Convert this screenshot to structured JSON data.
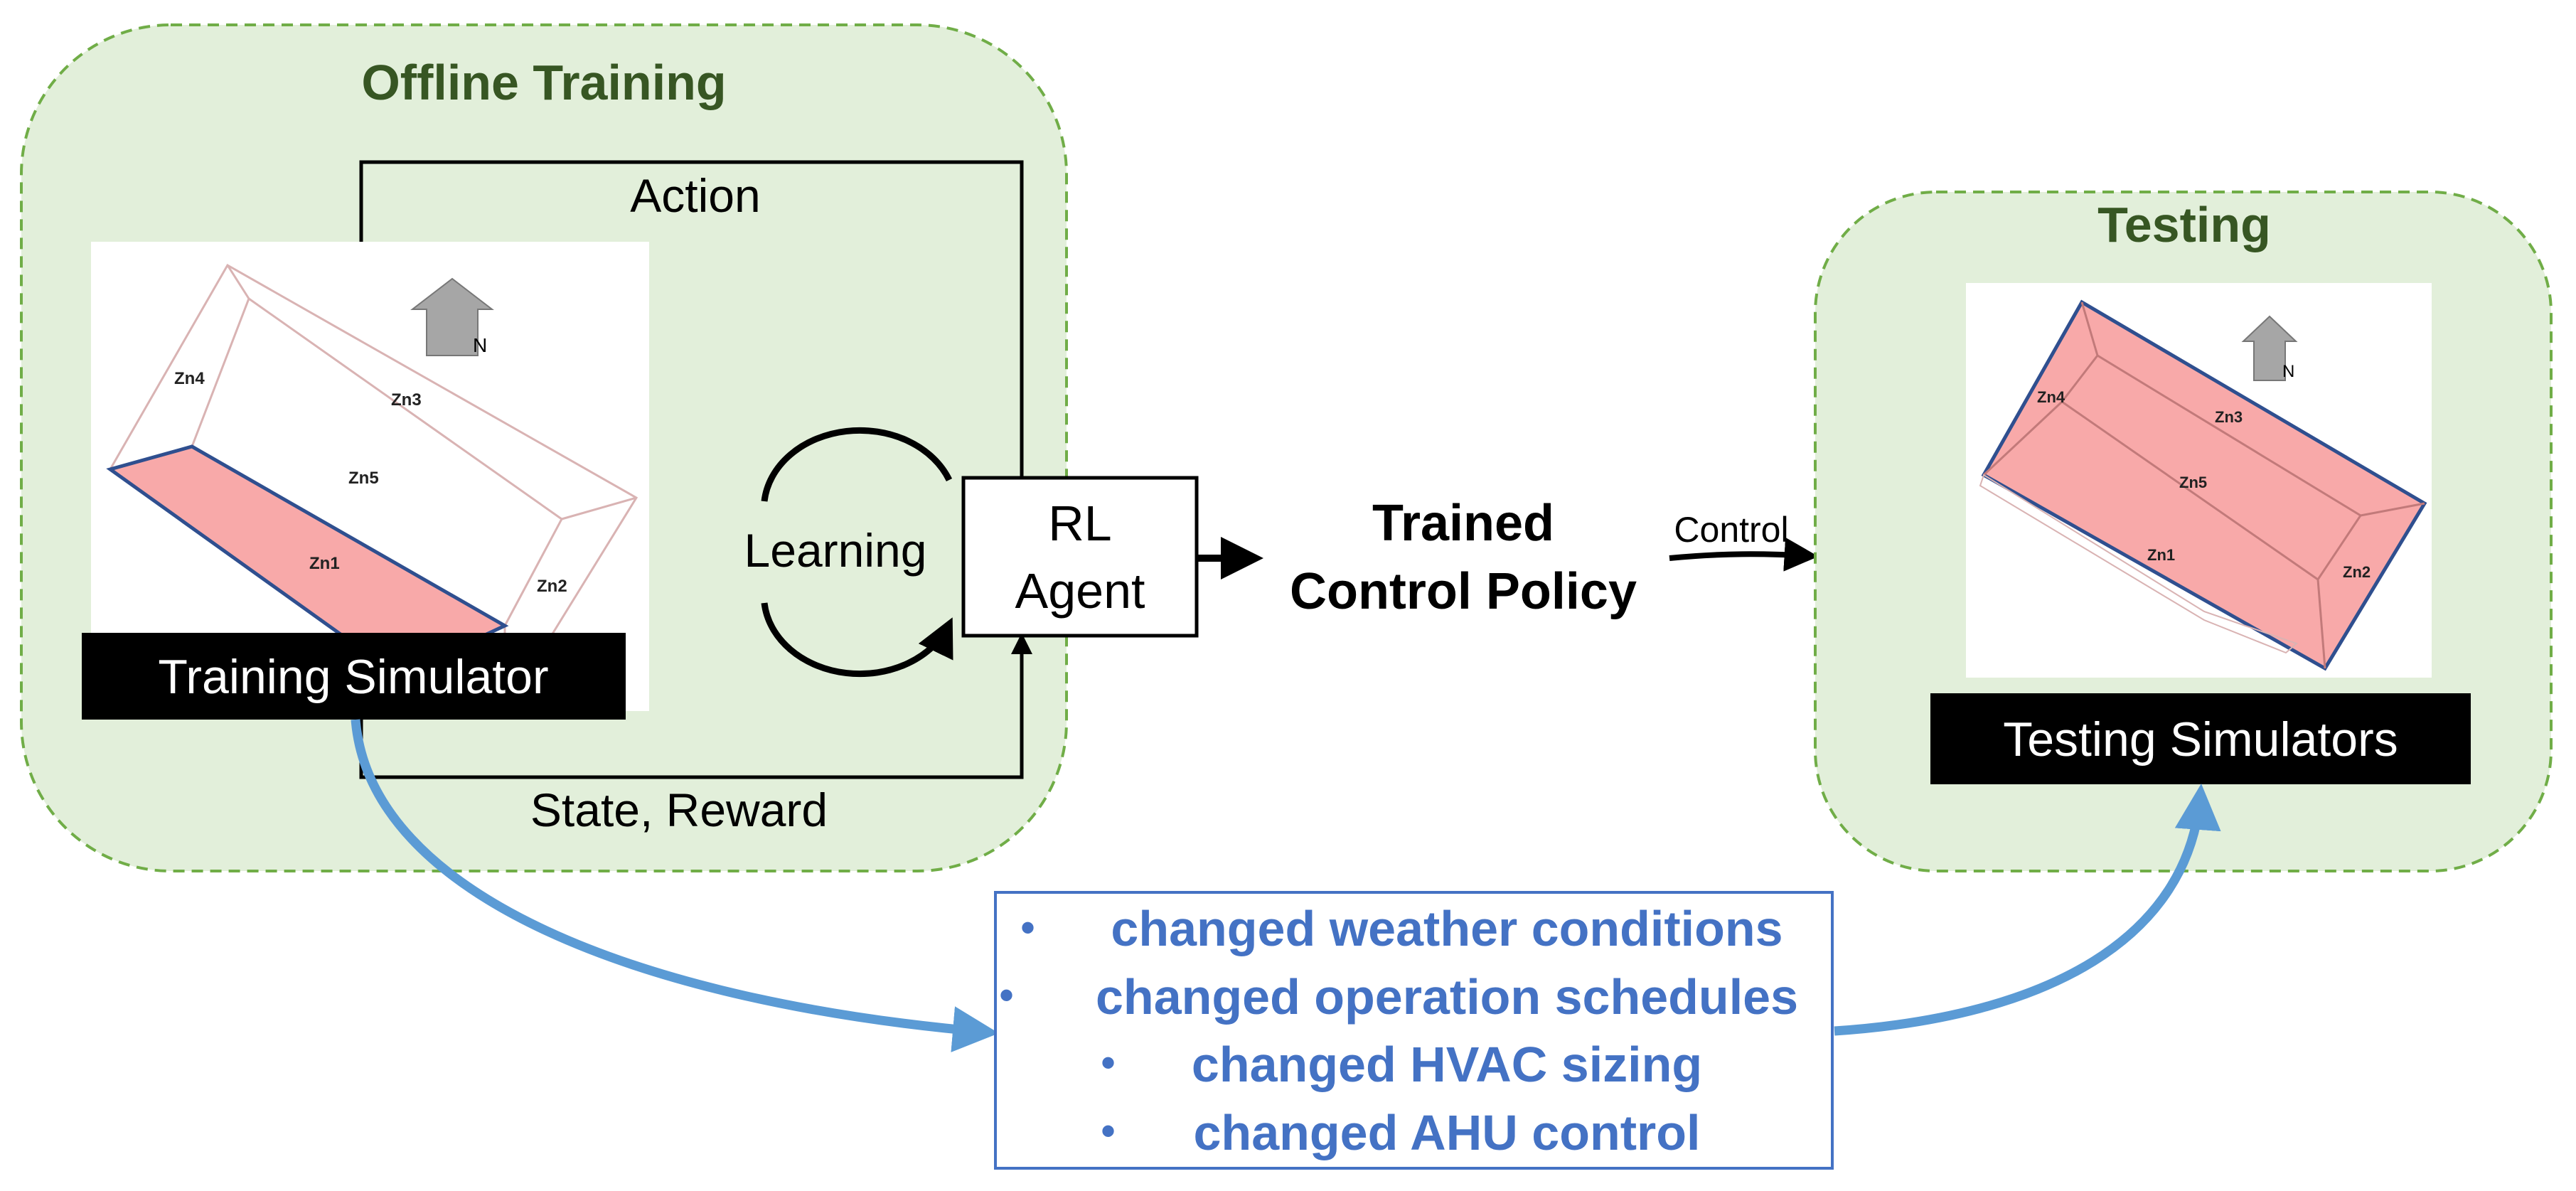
{
  "colors": {
    "panel_fill": "#e2efda",
    "panel_border": "#70ad47",
    "panel_title": "#375623",
    "zone_highlight": "#f8a9a9",
    "building_outline": "#d9b3b3",
    "building_edge": "#2f4f8f",
    "flow_arrow": "#5b9bd5",
    "list_text": "#4472c4",
    "label_bg": "#000000",
    "label_text": "#ffffff",
    "north_arrow": "#a6a6a6"
  },
  "offline_training": {
    "title": "Offline Training",
    "action_label": "Action",
    "state_reward_label": "State, Reward",
    "learning_label": "Learning",
    "agent_line1": "RL",
    "agent_line2": "Agent",
    "simulator_label": "Training Simulator"
  },
  "building": {
    "zones": [
      "Zn1",
      "Zn2",
      "Zn3",
      "Zn4",
      "Zn5"
    ],
    "north": "N"
  },
  "policy": {
    "line1": "Trained",
    "line2": "Control Policy",
    "control_label": "Control"
  },
  "testing": {
    "title": "Testing",
    "simulator_label": "Testing Simulators"
  },
  "changes": [
    "changed weather conditions",
    "changed operation schedules",
    "changed HVAC sizing",
    "changed AHU control"
  ]
}
